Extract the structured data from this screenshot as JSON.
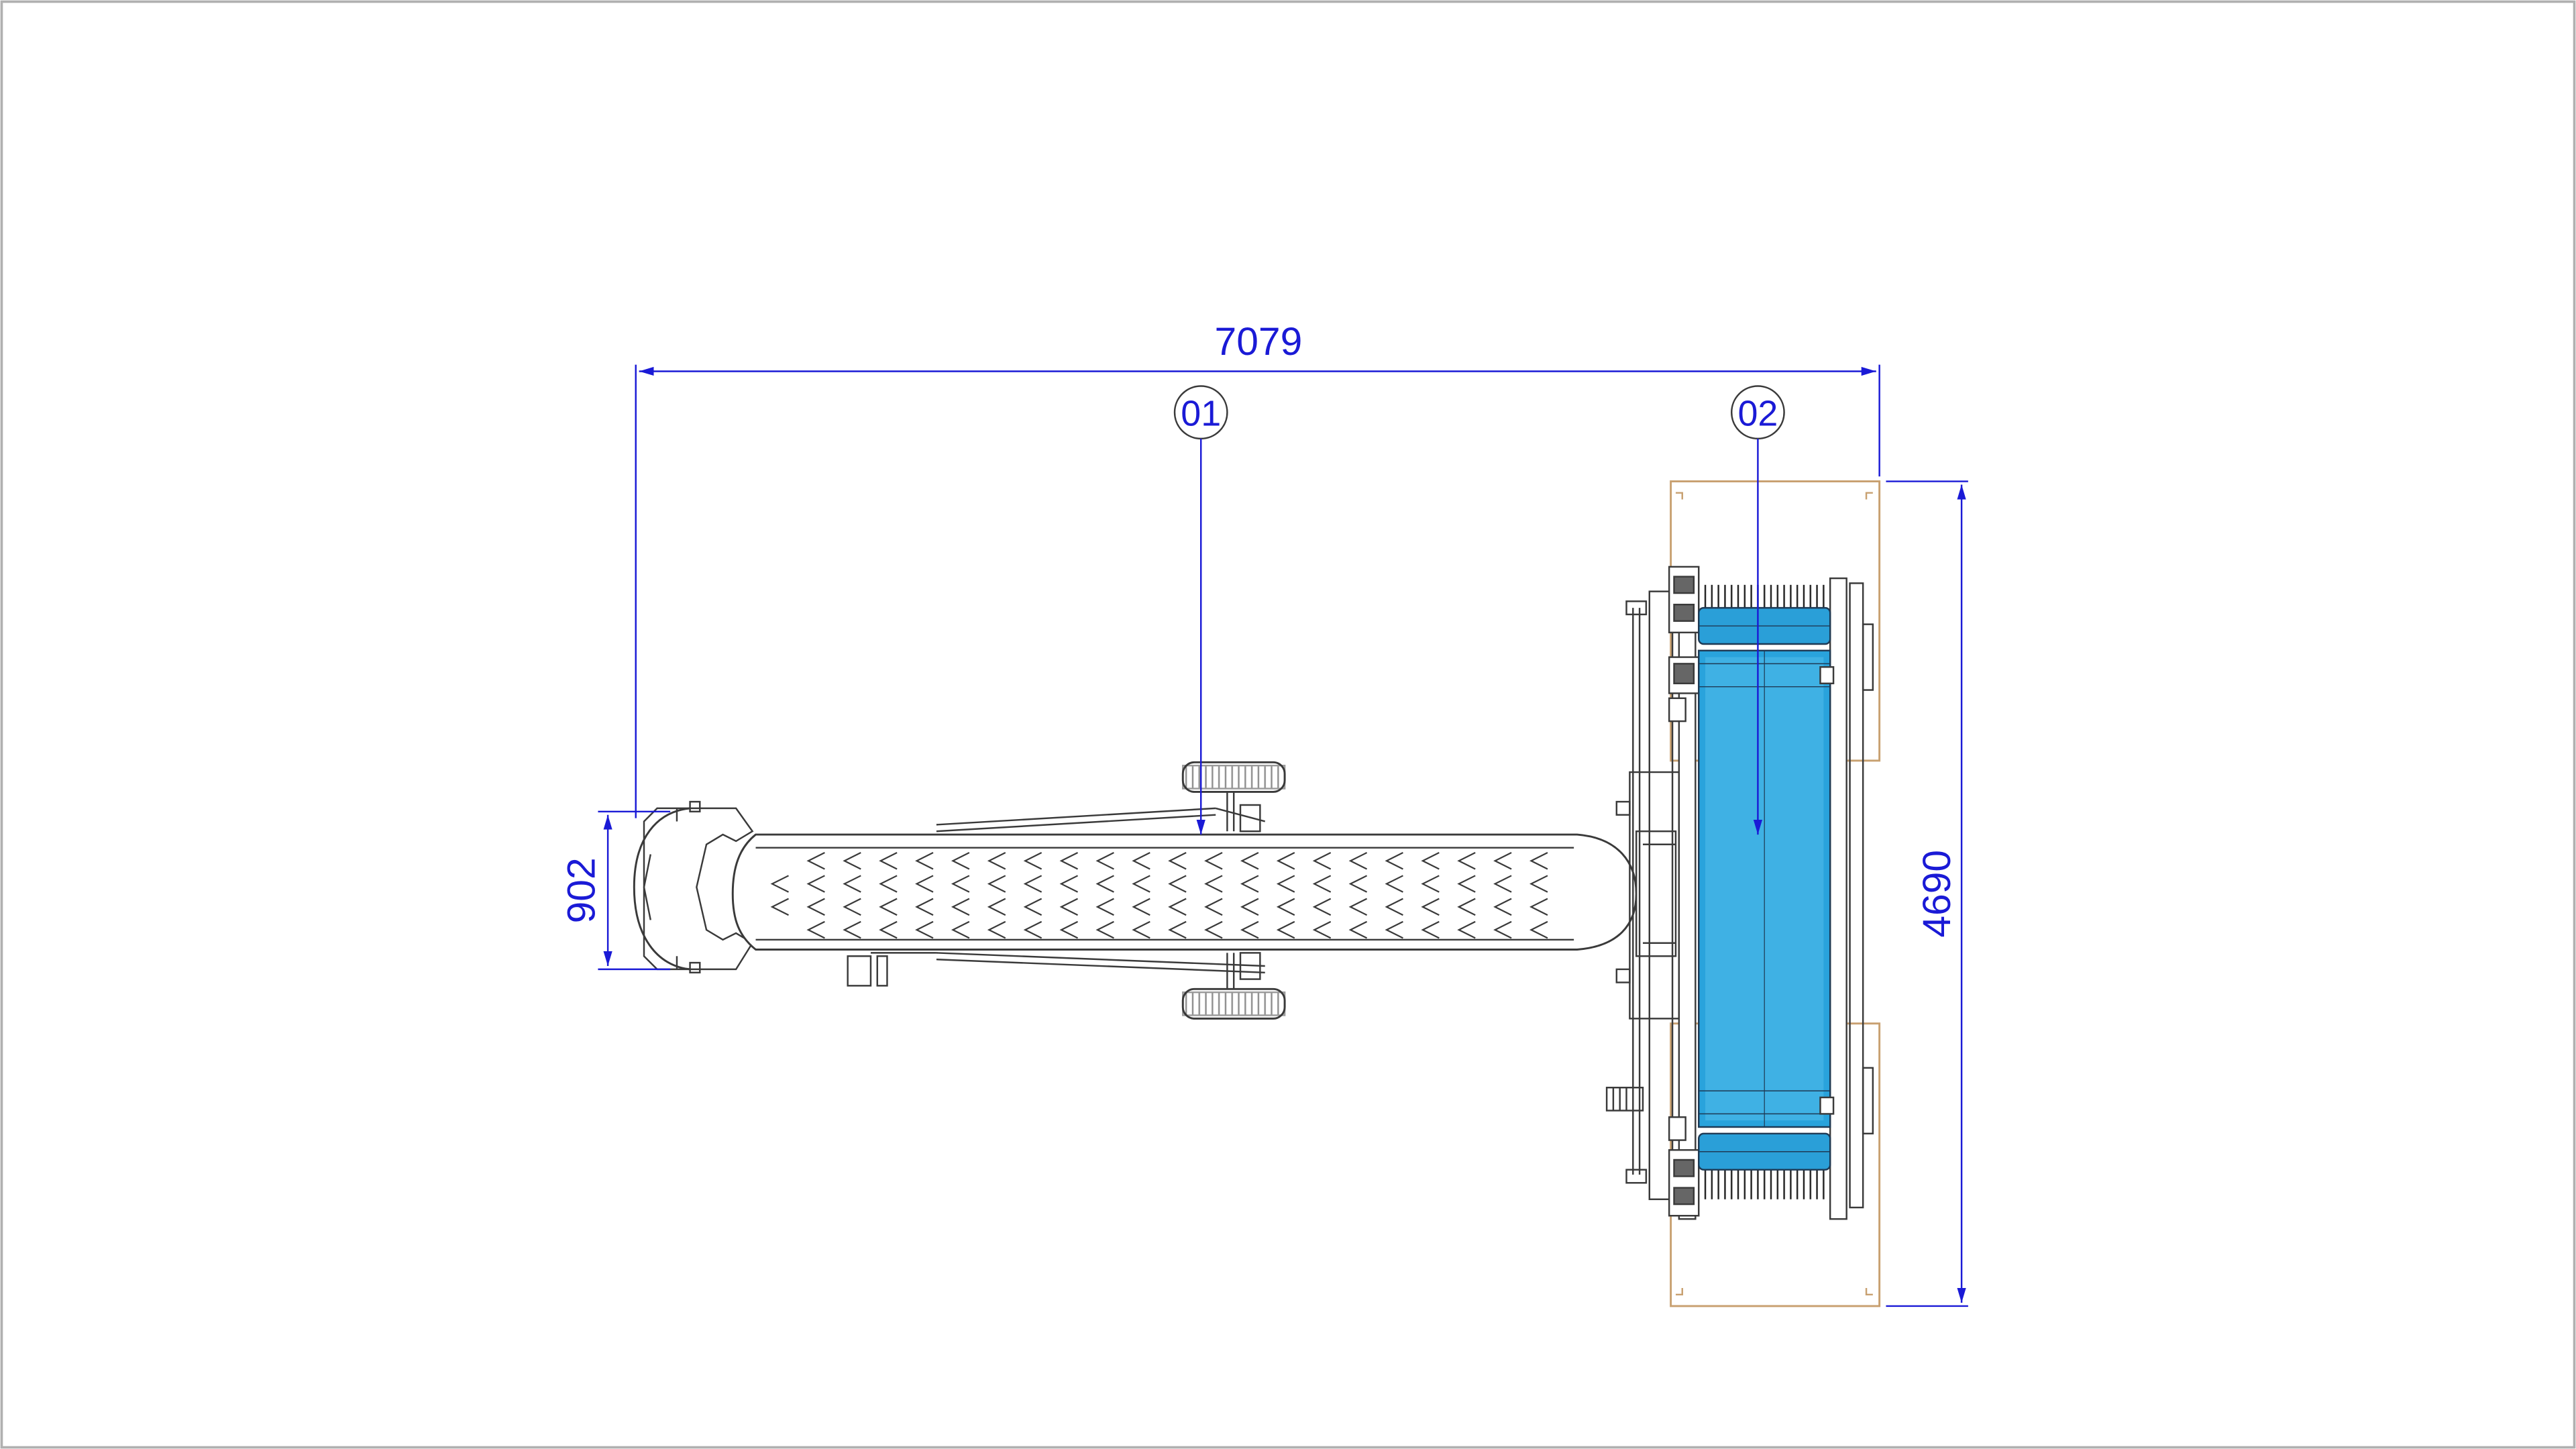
{
  "drawing": {
    "dimensions": {
      "overall_length": "7079",
      "overall_width": "4690",
      "belt_width": "902"
    },
    "callouts": {
      "item_1": "01",
      "item_2": "02"
    },
    "colors": {
      "dimension": "#1a1ad6",
      "outline": "#3a3a3a",
      "belt_fill": "#29a3dc",
      "belt_fill_light": "#5cc4ee",
      "frame_outline": "#c8a070",
      "border": "#b0b0b0"
    }
  }
}
